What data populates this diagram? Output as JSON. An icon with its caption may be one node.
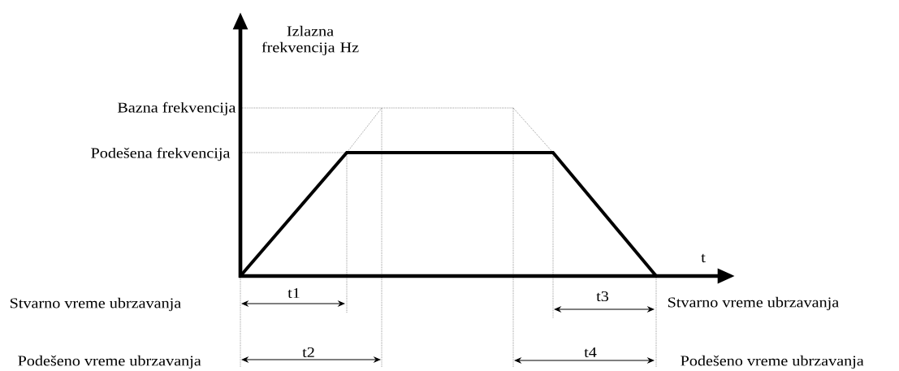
{
  "diagram": {
    "labels": [
      "Izlazna frekvencija Hz",
      "Bazna frekvencija",
      "Podešena frekvencija",
      "t",
      "t1",
      "t3",
      "Stvarno vreme ubrzavanja",
      "Stvarno vreme ubrzavanja",
      "t2",
      "t4",
      "Podešeno vreme ubrzavanja",
      "Podešeno vreme ubrzavanja"
    ]
  }
}
